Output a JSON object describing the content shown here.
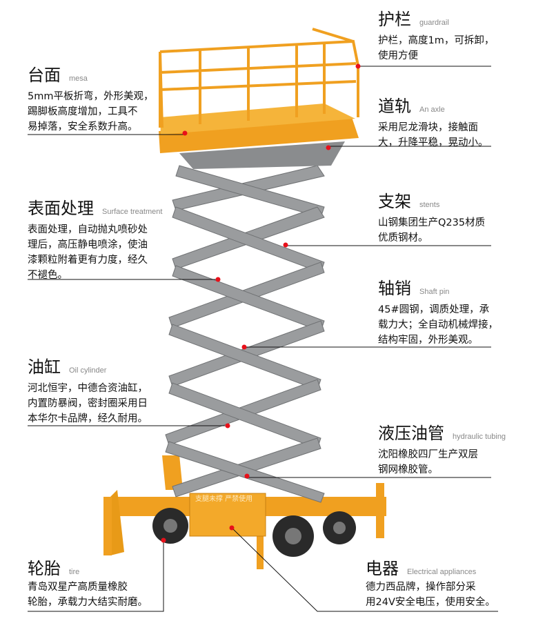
{
  "annotations": [
    {
      "id": "guardrail",
      "title": "护栏",
      "en": "guardrail",
      "lines": [
        "护栏，高度1m，可拆卸，",
        "使用方便"
      ]
    },
    {
      "id": "mesa",
      "title": "台面",
      "en": "mesa",
      "lines": [
        "5mm平板折弯，外形美观，",
        "踢脚板高度增加，工具不",
        "易掉落，安全系数升高。"
      ]
    },
    {
      "id": "axle",
      "title": "道轨",
      "en": "An axle",
      "lines": [
        "采用尼龙滑块，接触面",
        "大，升降平稳，晃动小。"
      ]
    },
    {
      "id": "stents",
      "title": "支架",
      "en": "stents",
      "lines": [
        "山钢集团生产Q235材质",
        "优质钢材。"
      ]
    },
    {
      "id": "surface",
      "title": "表面处理",
      "en": "Surface treatment",
      "lines": [
        "表面处理，自动抛丸喷砂处",
        "理后，高压静电喷涂，使油",
        "漆颗粒附着更有力度，经久",
        "不褪色。"
      ]
    },
    {
      "id": "shaft",
      "title": "轴销",
      "en": "Shaft pin",
      "lines": [
        "45#圆钢，调质处理，承",
        "载力大；全自动机械焊接，",
        "结构牢固，外形美观。"
      ]
    },
    {
      "id": "cylinder",
      "title": "油缸",
      "en": "Oil cylinder",
      "lines": [
        "河北恒宇，中德合资油缸，",
        "内置防暴阀，密封圈采用日",
        "本华尔卡品牌，经久耐用。"
      ]
    },
    {
      "id": "hydraulic",
      "title": "液压油管",
      "en": "hydraulic tubing",
      "lines": [
        "沈阳橡胶四厂生产双层",
        "钢网橡胶管。"
      ]
    },
    {
      "id": "tire",
      "title": "轮胎",
      "en": "tire",
      "lines": [
        "青岛双星产高质量橡胶",
        "轮胎，承载力大结实耐磨。"
      ]
    },
    {
      "id": "electrical",
      "title": "电器",
      "en": "Electrical appliances",
      "lines": [
        "德力西品牌，操作部分采",
        "用24V安全电压，使用安全。"
      ]
    }
  ],
  "machine_label": "支腿未撑  严禁使用",
  "colors": {
    "orange": "#f0a020",
    "grey": "#8a8c8e",
    "marker": "#e8101a",
    "line": "#111111"
  }
}
